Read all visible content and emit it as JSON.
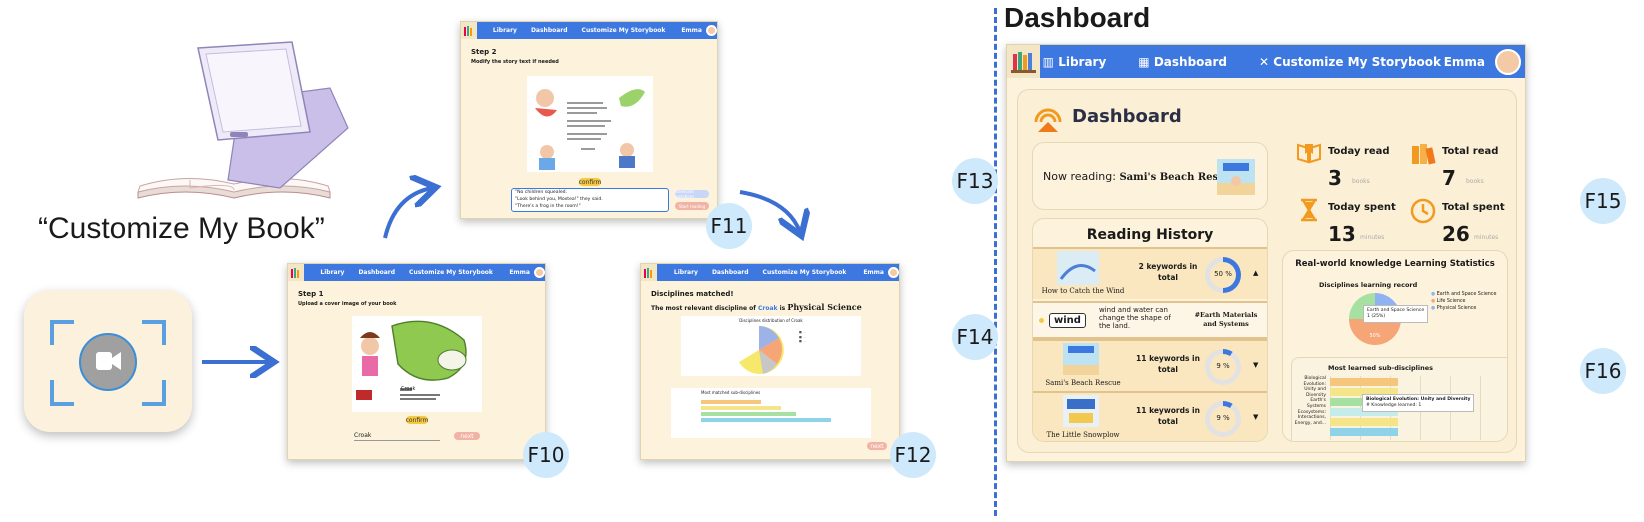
{
  "heading": {
    "customize_label": "“Customize My Book”",
    "dashboard_title": "Dashboard"
  },
  "figure_labels": {
    "f10": "F10",
    "f11": "F11",
    "f12": "F12",
    "f13": "F13",
    "f14": "F14",
    "f15": "F15",
    "f16": "F16"
  },
  "nav": {
    "library": "Library",
    "dashboard": "Dashboard",
    "customize": "Customize My Storybook",
    "user": "Emma"
  },
  "step1": {
    "title": "Step 1",
    "subtitle": "Upload a cover image of your book",
    "book_name": "Croak",
    "input_value": "Croak",
    "confirm_label": "confirm",
    "next_label": "next"
  },
  "step2": {
    "title": "Step 2",
    "subtitle": "Modify the story text if needed",
    "text_lines": [
      "\"No children squealed.",
      "\"Look behind you, Moxtea!\" they said.",
      "\"There's a frog in the room!\""
    ],
    "confirm_label": "confirm",
    "btn_a": "Generate questions",
    "btn_b": "Start reading"
  },
  "step3": {
    "title": "Disciplines matched!",
    "prefix": "The most relevant discipline of ",
    "book": "Croak",
    "connector": " is ",
    "discipline": "Physical Science",
    "pie_title": "Disciplines distribution of Croak",
    "bar_title": "Most matched sub-disciplines",
    "next_label": "next"
  },
  "dashboard": {
    "title": "Dashboard",
    "now_reading_label": "Now reading:",
    "now_reading_book": "Sami's Beach Rescue",
    "stats": [
      {
        "label": "Today read",
        "value": "3",
        "unit": "books"
      },
      {
        "label": "Total read",
        "value": "7",
        "unit": "books"
      },
      {
        "label": "Today spent",
        "value": "13",
        "unit": "minutes"
      },
      {
        "label": "Total spent",
        "value": "26",
        "unit": "minutes"
      }
    ],
    "history_title": "Reading History",
    "history": [
      {
        "book": "How to Catch the Wind",
        "keywords": "2 keywords in total",
        "percent": 50,
        "percent_label": "50 %"
      },
      {
        "book": "Sami's Beach Rescue",
        "keywords": "11 keywords in total",
        "percent": 9,
        "percent_label": "9 %"
      },
      {
        "book": "The Little Snowplow",
        "keywords": "11 keywords in total",
        "percent": 9,
        "percent_label": "9 %"
      }
    ],
    "keyword_row": {
      "word": "wind",
      "sentence": "wind and water can change the shape of the land.",
      "tag": "#Earth Materials and Systems"
    },
    "stats_title": "Real-world knowledge Learning Statistics",
    "pie_title": "Disciplines learning record",
    "pie_tooltip": [
      "Earth and Space Science",
      "1 (25%)"
    ],
    "pie_legend": [
      "Earth and Space Science",
      "Life Science",
      "Physical Science"
    ],
    "pie_pct": "50%",
    "bar_title": "Most learned sub-disciplines",
    "bar_labels": [
      "Biological Evolution: Unity and Diversity",
      "Earth's Systems",
      "Ecosystems: Interactions, Energy, and..."
    ],
    "bar_tooltip": [
      "Biological Evolution: Unity and Diversity",
      "# Knowledge learned: 1"
    ]
  },
  "colors": {
    "nav": "#3d77e0",
    "cream": "#fdf3dc",
    "bubble": "#cde9fb",
    "arrow": "#3b6fd1",
    "pie_blue": "#8fb3f2",
    "pie_orange": "#f6a577",
    "pie_green": "#a7e1a2"
  }
}
